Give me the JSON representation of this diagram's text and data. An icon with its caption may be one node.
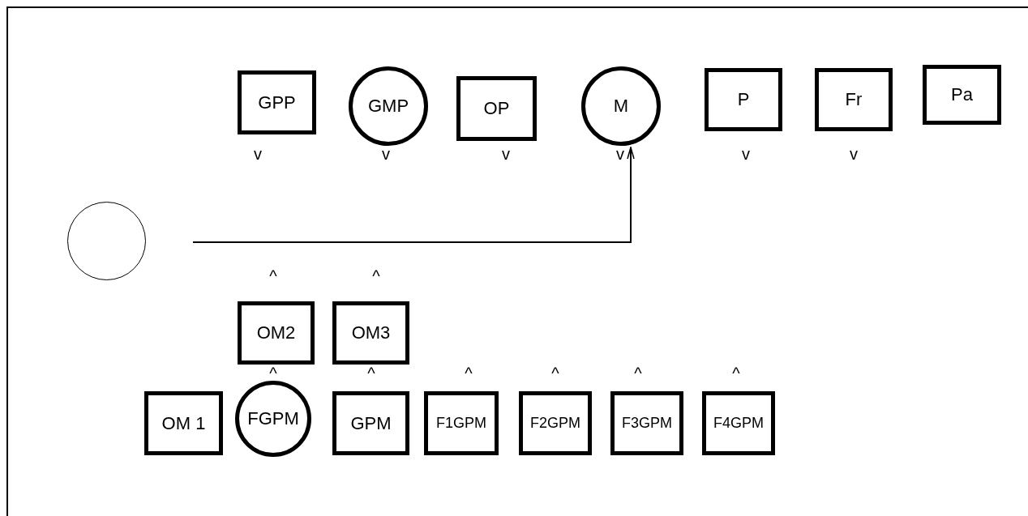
{
  "diagram": {
    "nodes": [
      {
        "text": [
          "GPP"
        ]
      },
      {
        "text": [
          "GMP"
        ]
      },
      {
        "text": [
          "OP"
        ]
      },
      {
        "text": [
          "M"
        ]
      },
      {
        "text": [
          "P"
        ]
      },
      {
        "text": [
          "Fr"
        ]
      },
      {
        "text": [
          "Pa"
        ]
      },
      {
        "text": [],
        "shape": "circle"
      },
      {
        "text": [
          "OM2"
        ]
      },
      {
        "text": [
          "OM3"
        ]
      },
      {
        "text": [
          "OM 1"
        ]
      },
      {
        "text": [
          "FGPM"
        ]
      },
      {
        "text": [
          "GPM"
        ]
      },
      {
        "text": [
          "F1GPM"
        ]
      },
      {
        "text": [
          "F2GPM"
        ]
      },
      {
        "text": [
          "F3GPM"
        ]
      },
      {
        "text": [
          "F4GPM"
        ]
      }
    ],
    "edges": [
      {
        "from": null,
        "to": 3,
        "arrow": "to"
      }
    ],
    "labels": [
      "v",
      "v",
      "v",
      "v",
      "v",
      "v",
      "^",
      "^",
      "^",
      "^",
      "^",
      "^",
      "^",
      "^"
    ]
  }
}
